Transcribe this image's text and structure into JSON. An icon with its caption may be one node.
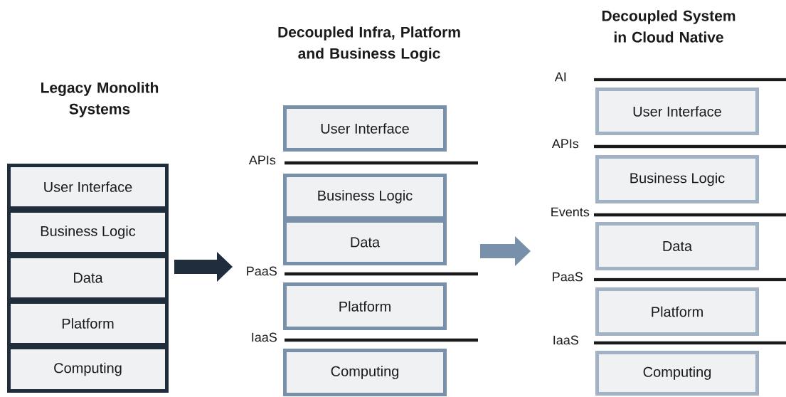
{
  "diagram": {
    "nodes": [
      {
        "text": [
          "User Interface"
        ]
      },
      {
        "text": [
          "Business Logic"
        ]
      },
      {
        "text": [
          "Data"
        ]
      },
      {
        "text": [
          "Platform"
        ]
      },
      {
        "text": [
          "Computing"
        ]
      },
      {
        "text": [
          "User Interface"
        ]
      },
      {
        "text": [
          "Business Logic"
        ]
      },
      {
        "text": [
          "Data"
        ]
      },
      {
        "text": [
          "Platform"
        ]
      },
      {
        "text": [
          "Computing"
        ]
      },
      {
        "text": [
          "User Interface"
        ]
      },
      {
        "text": [
          "Business Logic"
        ]
      },
      {
        "text": [
          "Data"
        ]
      },
      {
        "text": [
          "Platform"
        ]
      },
      {
        "text": [
          "Computing"
        ]
      }
    ],
    "labels": [
      "Legacy Monolith Systems",
      "Decoupled Infra, Platform and Business Logic",
      "Decoupled System in Cloud Native",
      "APIs",
      "PaaS",
      "IaaS",
      "AI",
      "APIs",
      "Events",
      "PaaS",
      "IaaS"
    ]
  }
}
